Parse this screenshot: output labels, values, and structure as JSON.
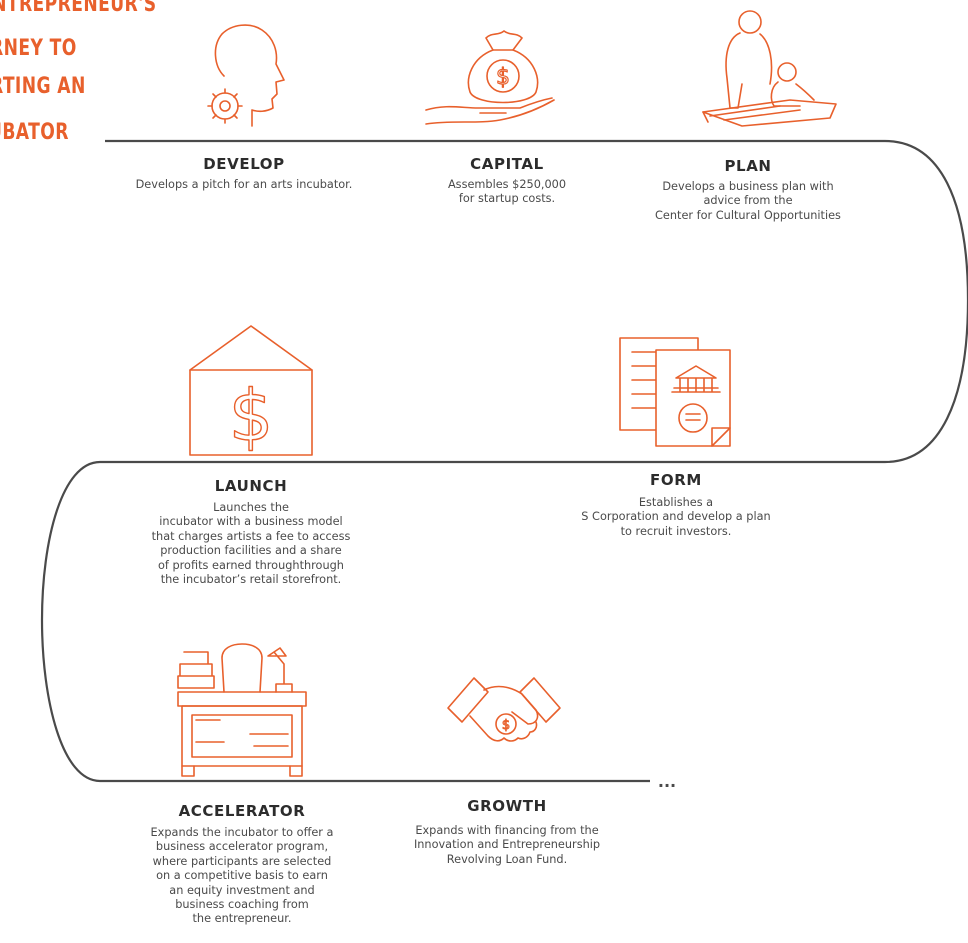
{
  "title_lines": [
    "ENTREPRENEUR'S",
    "RNEY TO",
    "RTING AN",
    "UBATOR"
  ],
  "stages": [
    {
      "title": "DEVELOP",
      "description": "Develops  a pitch for an arts incubator.",
      "icon": "head-gear-icon"
    },
    {
      "title": "CAPITAL",
      "description": "Assembles $250,000\nfor startup costs.",
      "icon": "money-bag-hand-icon"
    },
    {
      "title": "PLAN",
      "description": "Develops a business plan with\nadvice from the\nCenter for Cultural Opportunities",
      "icon": "mentor-drafting-icon"
    },
    {
      "title": "FORM",
      "description": "Establishes a\nS Corporation and develop a plan\nto recruit investors.",
      "icon": "corporate-documents-icon"
    },
    {
      "title": "LAUNCH",
      "description": "Launches the\nincubator with a business model\nthat charges artists a fee to access\nproduction facilities and a share\nof profits earned throughthrough\nthe incubator’s retail storefront.",
      "icon": "dollar-envelope-icon"
    },
    {
      "title": "ACCELERATOR",
      "description": "Expands the incubator to offer a\nbusiness accelerator program,\nwhere participants are selected\non a competitive basis to earn\nan equity investment and\nbusiness coaching from\nthe entrepreneur.",
      "icon": "office-desk-icon"
    },
    {
      "title": "GROWTH",
      "description": "Expands with financing from the\nInnovation and Entrepreneurship\nRevolving Loan Fund.",
      "icon": "handshake-dollar-icon"
    }
  ],
  "continuation_marker": "...",
  "colors": {
    "accent": "#e8602c",
    "path": "#4a4a4a",
    "heading": "#2c2c2c",
    "text": "#4a4a4a"
  }
}
